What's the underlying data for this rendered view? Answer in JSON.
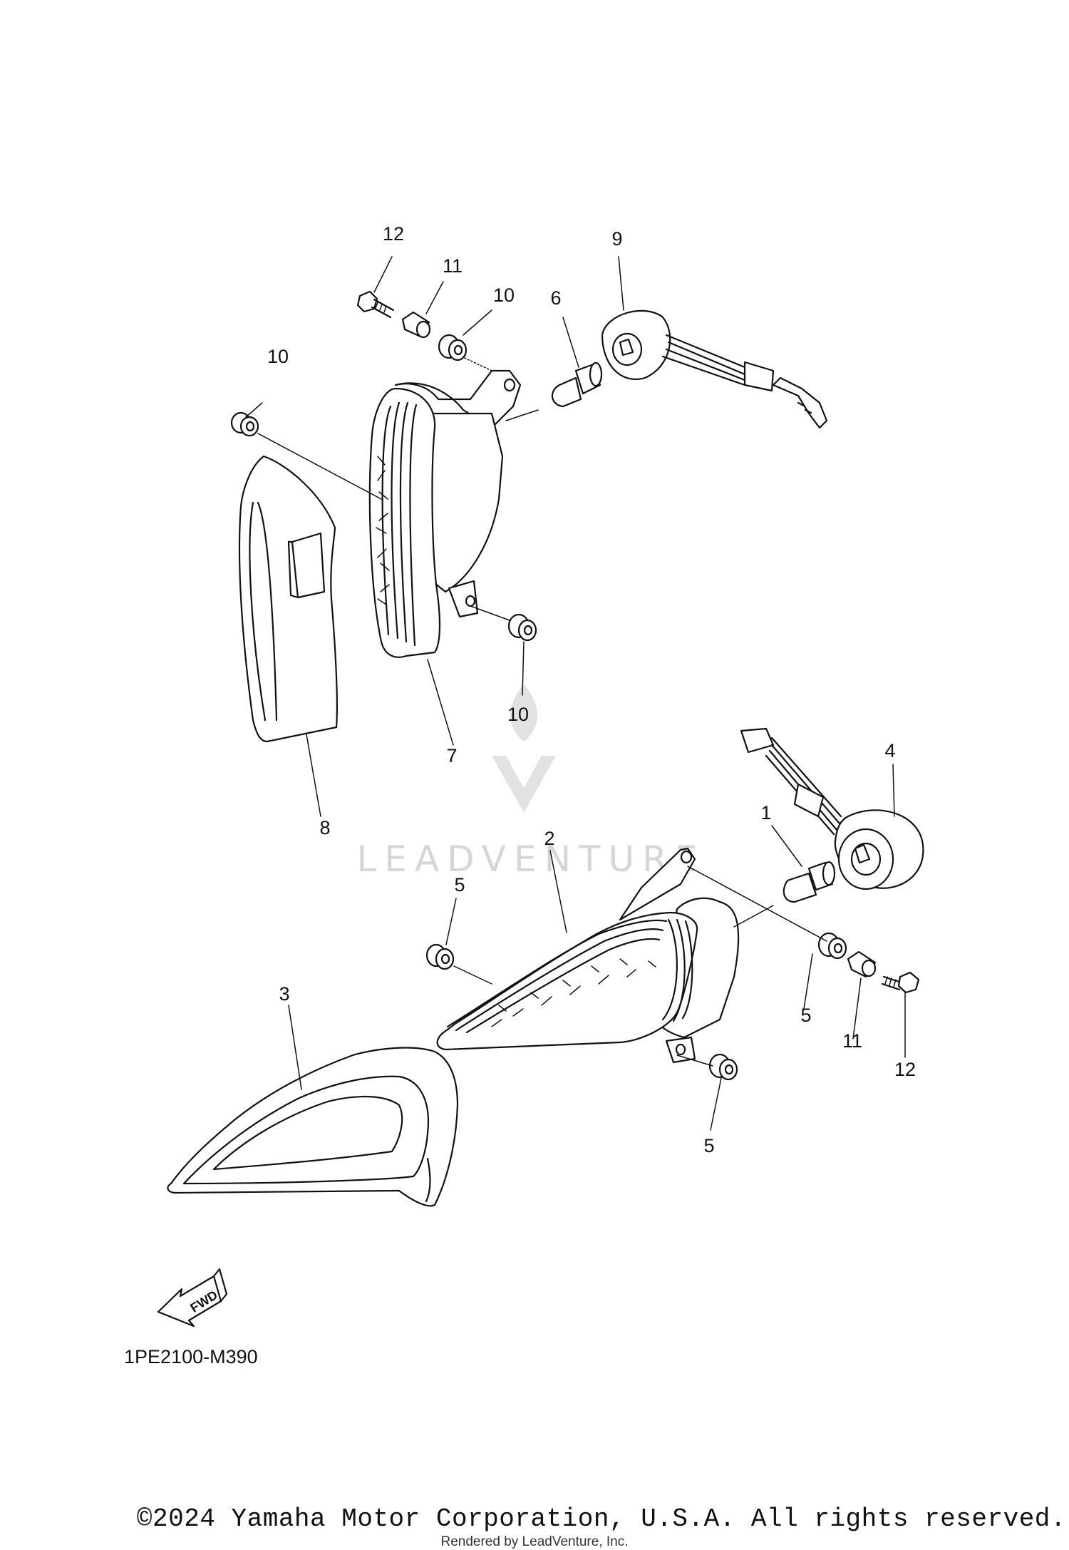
{
  "callouts": [
    {
      "id": "c12a",
      "label": "12"
    },
    {
      "id": "c11a",
      "label": "11"
    },
    {
      "id": "c10a",
      "label": "10"
    },
    {
      "id": "c6",
      "label": "6"
    },
    {
      "id": "c9",
      "label": "9"
    },
    {
      "id": "c10b",
      "label": "10"
    },
    {
      "id": "c10c",
      "label": "10"
    },
    {
      "id": "c7",
      "label": "7"
    },
    {
      "id": "c8",
      "label": "8"
    },
    {
      "id": "c4",
      "label": "4"
    },
    {
      "id": "c1",
      "label": "1"
    },
    {
      "id": "c2",
      "label": "2"
    },
    {
      "id": "c5a",
      "label": "5"
    },
    {
      "id": "c3",
      "label": "3"
    },
    {
      "id": "c5b",
      "label": "5"
    },
    {
      "id": "c11b",
      "label": "11"
    },
    {
      "id": "c12b",
      "label": "12"
    },
    {
      "id": "c5c",
      "label": "5"
    }
  ],
  "fwd_label": "FWD",
  "drawing_code": "1PE2100-M390",
  "watermark": "LEADVENTURE",
  "copyright": "©2024 Yamaha Motor Corporation, U.S.A. All rights reserved.",
  "rendered_by": "Rendered by LeadVenture, Inc."
}
